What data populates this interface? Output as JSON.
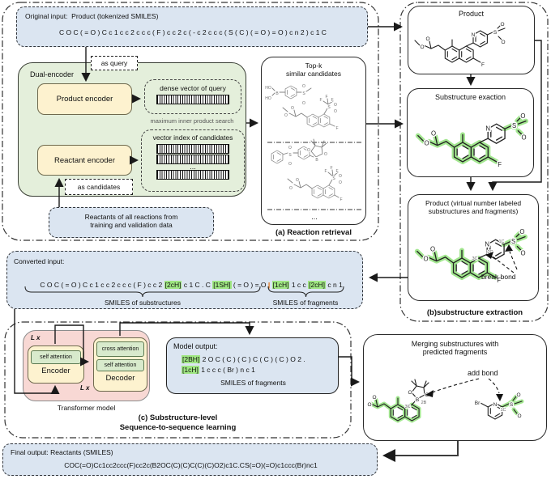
{
  "atoms": {
    "o": "O",
    "n": "N",
    "s": "S",
    "f": "F",
    "b": "B",
    "br": "Br",
    "ho": "HO",
    "c1": "1C",
    "c2": "2C",
    "c3": "3C",
    "b2": "2B"
  },
  "section_a": {
    "original_input": {
      "title": "Original input:  Product (tokenized SMILES)",
      "smiles": "C O C ( = O ) C c 1 c c 2 c c c ( F ) c c 2 c ( - c 2 c c c ( S ( C ) ( = O ) = O ) c n 2 ) c 1 C"
    },
    "dual_encoder": {
      "label": "Dual-encoder",
      "as_query": "as query",
      "product_encoder": "Product encoder",
      "dense_vector_label": "dense vector of query",
      "mips": "maximum inner product search",
      "reactant_encoder": "Reactant encoder",
      "vector_index_label": "vector index of candidates",
      "vector_ellipsis": "...",
      "as_candidates": "as candidates"
    },
    "reactants_note": {
      "line1": "Reactants of all reactions from",
      "line2": "training and validation data"
    },
    "topk": {
      "title_line1": "Top-k",
      "title_line2": "similar candidates",
      "ellipsis": "..."
    },
    "caption": "(a) Reaction retrieval"
  },
  "section_b": {
    "product": {
      "title": "Product"
    },
    "substructure": {
      "title": "Substructure exaction"
    },
    "virtual": {
      "title_line1": "Product (virtual number labeled",
      "title_line2": "substructures and fragments)",
      "break_bond": "break bond"
    },
    "caption": "(b)substructure extraction"
  },
  "converted_input": {
    "title": "Converted input:",
    "segments": [
      {
        "text": "C O C ( = O ) C c 1 c c 2 c c c ( F ) c c 2 "
      },
      {
        "text": "[2cH]"
      },
      {
        "text": " c 1 C . C "
      },
      {
        "text": "[1SH]"
      },
      {
        "text": " ( = O ) = O "
      },
      {
        "text": "|"
      },
      {
        "text": " "
      },
      {
        "text": "[1cH]"
      },
      {
        "text": " 1 c c "
      },
      {
        "text": "[2cH]"
      },
      {
        "text": " c n 1"
      }
    ],
    "brace_left_label": "SMILES of substructures",
    "brace_right_label": "SMILES of fragments"
  },
  "section_c": {
    "lx_top": "L x",
    "lx_bottom": "L x",
    "encoder": {
      "label": "Encoder",
      "self_attn": "self attention"
    },
    "decoder": {
      "label": "Decoder",
      "cross_attn": "cross attention",
      "self_attn": "self attention"
    },
    "transformer_caption": "Transformer model",
    "model_output": {
      "title": "Model output:",
      "line1_token": "[2BH]",
      "line1_rest": " 2 O C ( C ) ( C ) C ( C ) ( C ) O 2 .",
      "line2_token": "[1cH]",
      "line2_rest": " 1 c c c ( Br ) n c 1",
      "sublabel": "SMILES of fragments"
    },
    "caption_line1": "(c) Substructure-level",
    "caption_line2": "Sequence-to-sequence learning"
  },
  "merging": {
    "title_line1": "Merging substructures with",
    "title_line2": "predicted fragments",
    "add_bond": "add bond"
  },
  "final_output": {
    "title": "Final output: Reactants (SMILES)",
    "smiles": "COC(=O)Cc1cc2ccc(F)cc2c(B2OC(C)(C)C(C)(C)O2)c1C.CS(=O)(=O)c1ccc(Br)nc1"
  },
  "colors": {
    "box_blue": "#dbe5f1",
    "box_green": "#e4efdb",
    "box_yellow": "#fdf2cf",
    "box_pink": "#f8d8d4",
    "attn_green": "#d8eacc",
    "token_highlight": "#9fe682",
    "molecule_highlight": "#93e37d",
    "separator_orange": "#e36c09"
  }
}
